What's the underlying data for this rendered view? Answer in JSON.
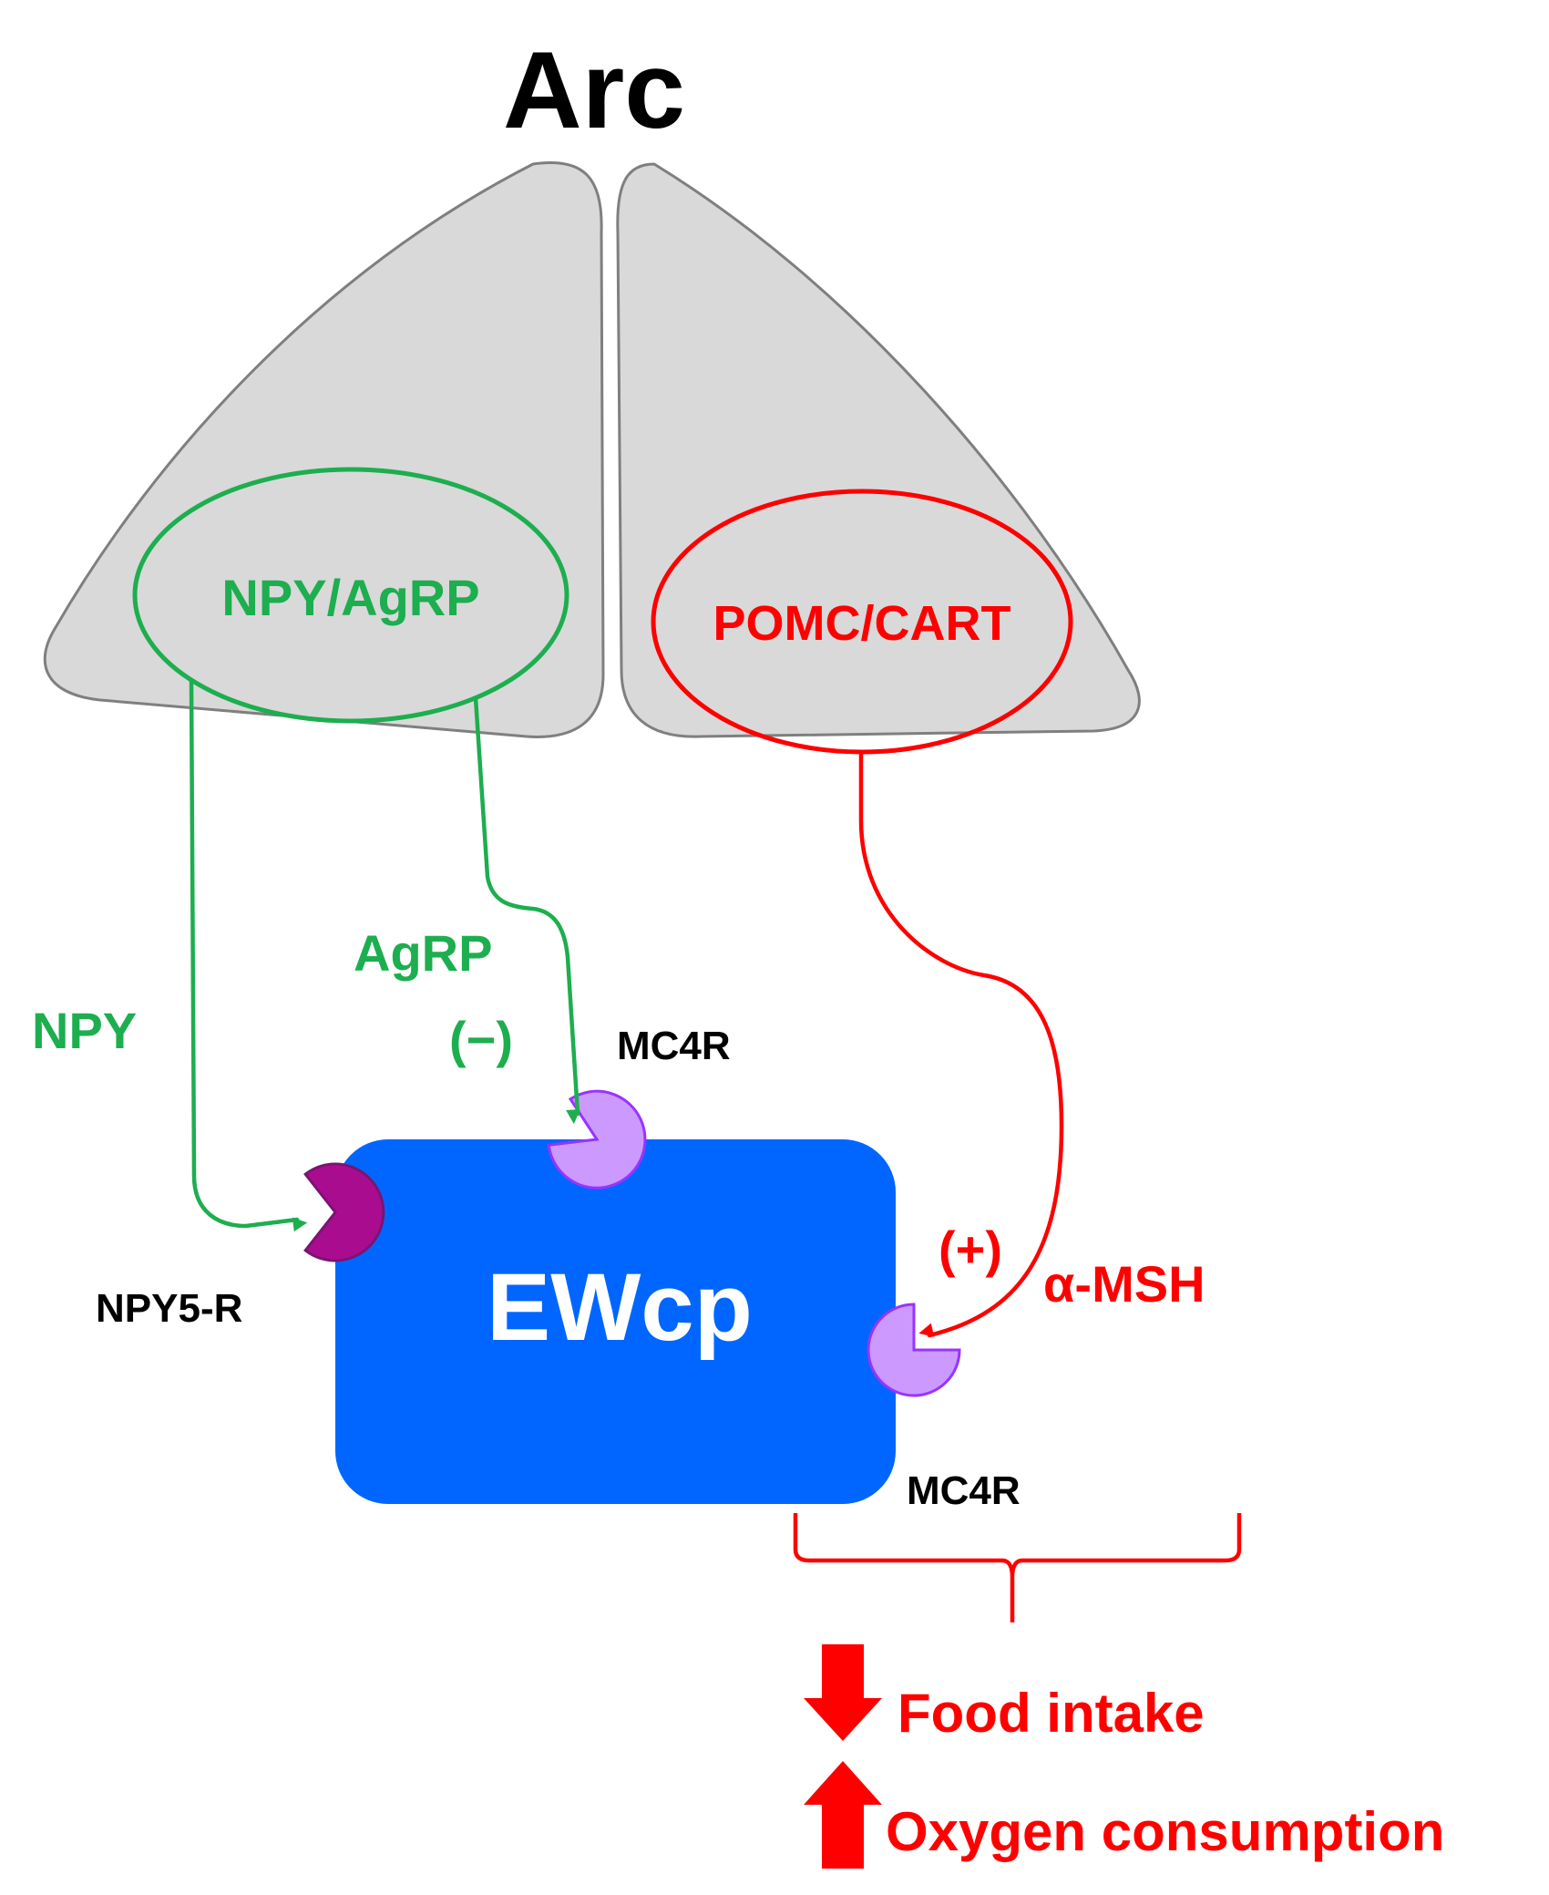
{
  "title": "Arc",
  "nuclei": {
    "left": "NPY/AgRP",
    "right": "POMC/CART",
    "target": "EWcp"
  },
  "signals": {
    "npy": "NPY",
    "agrp": "AgRP",
    "agrp_effect": "(−)",
    "amsh": "α-MSH",
    "amsh_effect": "(+)"
  },
  "receptors": {
    "npy5r": "NPY5-R",
    "mc4r_top": "MC4R",
    "mc4r_right": "MC4R"
  },
  "outcomes": {
    "food": "Food intake",
    "oxygen": "Oxygen consumption",
    "food_direction": "down",
    "oxygen_direction": "up"
  },
  "colors": {
    "orexigenic": "#1DAE4F",
    "anorexigenic": "#FF0000",
    "target": "#0066FF",
    "lobe_fill": "#D9D9D9",
    "npy5r": "#AA0C90",
    "mc4r": "#CC99FF",
    "mc4r_stroke": "#9933FF"
  }
}
